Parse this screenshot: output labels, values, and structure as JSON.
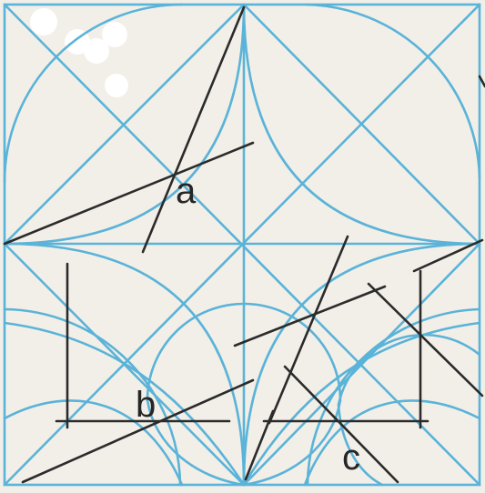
{
  "figure": {
    "labels": {
      "a": "a",
      "b": "b",
      "c": "c"
    },
    "colors": {
      "background": "#f2efe8",
      "construction_lines": "#5ab3d8",
      "tangent_lines": "#2b2b2b",
      "spots": "#ffffff"
    }
  }
}
